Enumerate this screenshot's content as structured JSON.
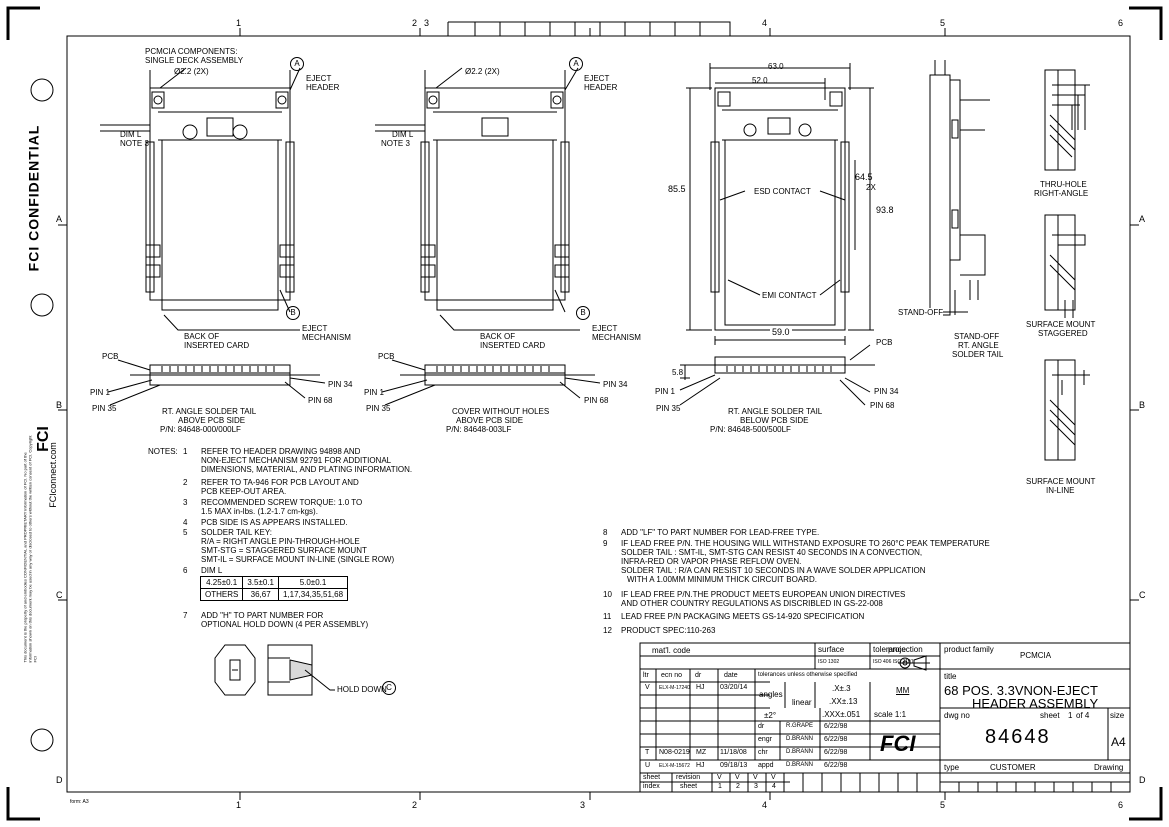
{
  "frame": {
    "zones_top": [
      "1",
      "2",
      "3",
      "4",
      "5",
      "6"
    ],
    "zones_side": [
      "A",
      "B",
      "C",
      "D"
    ],
    "form": "form: A3"
  },
  "side": {
    "confidential": "FCI CONFIDENTIAL",
    "logo": "FCI",
    "website": "FCIconnect.com",
    "legal": "This document is the property of and embodies CONFIDENTIAL and PROPRIETARY information of FCI. No part of the information shown on this document may be used in any way or disclosed to others without the written consent of FCI. Copyright FCI"
  },
  "views": {
    "v1": {
      "title1": "PCMCIA COMPONENTS:",
      "title2": "SINGLE DECK ASSEMBLY",
      "hole": "Ø2.2 (2X)",
      "callout_a": "A",
      "eject1": "EJECT",
      "eject2": "HEADER",
      "diml1": "DIM L",
      "diml2": "NOTE 3",
      "back1": "BACK OF",
      "back2": "INSERTED CARD",
      "callout_b": "B",
      "mech1": "EJECT",
      "mech2": "MECHANISM",
      "pcb": "PCB",
      "pin1": "PIN 1",
      "pin35": "PIN 35",
      "pin34": "PIN 34",
      "pin68": "PIN 68",
      "cap1": "RT. ANGLE SOLDER TAIL",
      "cap2": "ABOVE PCB SIDE",
      "cap3": "P/N: 84648-000/000LF"
    },
    "v2": {
      "hole": "Ø2.2 (2X)",
      "callout_a": "A",
      "eject1": "EJECT",
      "eject2": "HEADER",
      "diml1": "DIM L",
      "diml2": "NOTE 3",
      "back1": "BACK OF",
      "back2": "INSERTED CARD",
      "callout_b": "B",
      "mech1": "EJECT",
      "mech2": "MECHANISM",
      "pcb": "PCB",
      "pin1": "PIN 1",
      "pin35": "PIN 35",
      "pin34": "PIN 34",
      "pin68": "PIN 68",
      "cap1": "COVER WITHOUT HOLES",
      "cap2": "ABOVE PCB SIDE",
      "cap3": "P/N: 84648-003LF"
    },
    "v3": {
      "d63": "63.0",
      "d52": "52.0",
      "d855": "85.5",
      "d645": "64.5",
      "d2x": "2X",
      "d938": "93.8",
      "d59": "59.0",
      "esd": "ESD CONTACT",
      "emi": "EMI CONTACT",
      "pcb": "PCB",
      "d58": "5.8",
      "pin1": "PIN 1",
      "pin35": "PIN 35",
      "pin34": "PIN 34",
      "pin68": "PIN 68",
      "cap1": "RT. ANGLE SOLDER TAIL",
      "cap2": "BELOW PCB SIDE",
      "cap3": "P/N: 84648-500/500LF"
    },
    "v4": {
      "standoff": "STAND-OFF",
      "cap1": "STAND-OFF",
      "cap2": "RT. ANGLE",
      "cap3": "SOLDER TAIL"
    },
    "v5": {
      "thru1": "THRU-HOLE",
      "thru2": "RIGHT-ANGLE",
      "stg1": "SURFACE MOUNT",
      "stg2": "STAGGERED",
      "inl1": "SURFACE MOUNT",
      "inl2": "IN-LINE"
    }
  },
  "notes": {
    "heading": "NOTES:",
    "items": [
      {
        "n": "1",
        "lines": [
          "REFER TO HEADER DRAWING 94898 AND",
          "NON-EJECT MECHANISM 92791 FOR ADDITIONAL",
          "DIMENSIONS, MATERIAL, AND PLATING INFORMATION."
        ]
      },
      {
        "n": "2",
        "lines": [
          "REFER TO TA-946 FOR PCB LAYOUT AND",
          "PCB KEEP-OUT AREA."
        ]
      },
      {
        "n": "3",
        "lines": [
          "RECOMMENDED SCREW TORQUE: 1.0 TO",
          "1.5 MAX in-lbs. (1.2-1.7 cm-kgs)."
        ]
      },
      {
        "n": "4",
        "lines": [
          "PCB SIDE IS AS APPEARS INSTALLED."
        ]
      },
      {
        "n": "5",
        "lines": [
          "SOLDER TAIL KEY:",
          "R/A = RIGHT ANGLE PIN-THROUGH-HOLE",
          "SMT-STG = STAGGERED SURFACE MOUNT",
          "SMT-IL = SURFACE MOUNT IN-LINE (SINGLE ROW)"
        ]
      },
      {
        "n": "6",
        "lines": [
          "DIM L"
        ]
      }
    ],
    "diml_table": [
      [
        "4.25±0.1",
        "3.5±0.1",
        "5.0±0.1"
      ],
      [
        "OTHERS",
        "36,67",
        "1,17,34,35,51,68"
      ]
    ],
    "note7": {
      "n": "7",
      "lines": [
        "ADD \"H\" TO PART NUMBER FOR",
        "OPTIONAL HOLD DOWN (4 PER ASSEMBLY)"
      ]
    },
    "holddown": "HOLD DOWN",
    "callout_c": "C",
    "right": [
      {
        "n": "8",
        "lines": [
          "ADD \"LF\" TO PART NUMBER FOR LEAD-FREE TYPE."
        ]
      },
      {
        "n": "9",
        "lines": [
          "IF LEAD FREE P/N. THE HOUSING WILL WITHSTAND EXPOSURE TO  260°C PEAK TEMPERATURE",
          "SOLDER TAIL : SMT-IL, SMT-STG  CAN RESIST 40 SECONDS IN A CONVECTION,",
          "INFRA-RED OR VAPOR PHASE REFLOW OVEN.",
          "SOLDER TAIL : R/A  CAN RESIST 10 SECONDS IN A WAVE SOLDER APPLICATION",
          "WITH A 1.00MM MINIMUM THICK CIRCUIT BOARD."
        ]
      },
      {
        "n": "10",
        "lines": [
          "IF LEAD FREE P/N.THE PRODUCT MEETS EUROPEAN UNION DIRECTIVES",
          "AND OTHER COUNTRY REGULATIONS AS DISCRIBLED IN GS-22-008"
        ]
      },
      {
        "n": "11",
        "lines": [
          "LEAD FREE P/N PACKAGING MEETS GS-14-920 SPECIFICATION"
        ]
      },
      {
        "n": "12",
        "lines": [
          "PRODUCT SPEC:110-263"
        ]
      }
    ]
  },
  "titleblock": {
    "matl": "mat'l. code",
    "surface": "surface",
    "surface_std": "ISO 1302",
    "tolerance": "tolerance",
    "tol_std": "ISO 406  ISO 1101",
    "projection": "projection",
    "product_family_label": "product family",
    "product_family": "PCMCIA",
    "rev_headers": [
      "ltr",
      "ecn no",
      "dr",
      "date"
    ],
    "rev_rows": [
      [
        "V",
        "ELX-M-17240",
        "HJ",
        "03/20/14"
      ],
      [
        "",
        "",
        "",
        ""
      ],
      [
        "",
        "",
        "",
        ""
      ],
      [
        "",
        "",
        "",
        ""
      ],
      [
        "T",
        "N08-0219",
        "MZ",
        "11/18/08"
      ],
      [
        "U",
        "ELX-M-15672",
        "HJ",
        "09/18/13"
      ]
    ],
    "tol_note": "tolerances unless otherwise specified",
    "angles": "angles",
    "angles_val": "±2°",
    "linear": "linear",
    "lin1": ".X±.3",
    "lin2": ".XX±.13",
    "lin3": ".XXX±.051",
    "units": "MM",
    "scale": "scale 1:1",
    "title_label": "title",
    "title1": "68 POS. 3.3VNON-EJECT",
    "title2": "HEADER ASSEMBLY",
    "sign_roles": [
      "dr",
      "engr",
      "chr",
      "appd"
    ],
    "sign_names": [
      "R.GRAPE",
      "D.BRANN",
      "D.BRANN",
      "D.BRANN"
    ],
    "sign_dates": [
      "6/22/98",
      "6/22/98",
      "6/22/98",
      "6/22/98"
    ],
    "logo": "FCI",
    "dwg_label": "dwg no",
    "sheet_label": "sheet",
    "sheet_val": "1",
    "sheet_of": "of 4",
    "size_label": "size",
    "dwg_no": "84648",
    "size": "A4",
    "type_label": "type",
    "type_val": "CUSTOMER",
    "type_doc": "Drawing",
    "sheet_index": "sheet",
    "index": "index",
    "revision": "revision",
    "sheet2": "sheet",
    "rev_letters": [
      "V",
      "V",
      "V",
      "V"
    ],
    "sheet_nums": [
      "1",
      "2",
      "3",
      "4"
    ]
  }
}
